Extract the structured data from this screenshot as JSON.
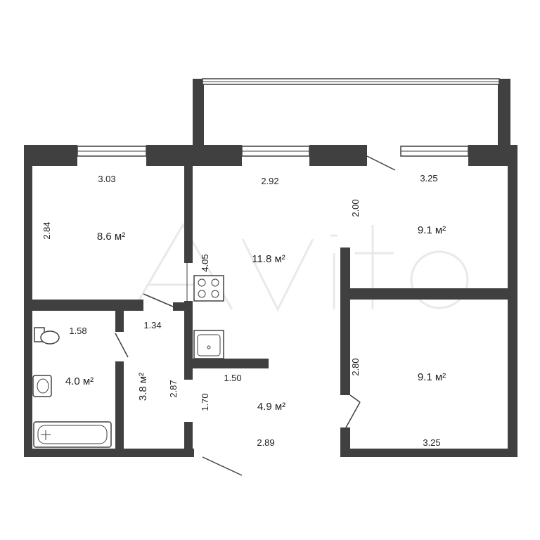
{
  "rooms": [
    {
      "area": "8.6 м²"
    },
    {
      "area": "11.8 м²"
    },
    {
      "area": "9.1 м²"
    },
    {
      "area": "9.1 м²"
    },
    {
      "area": "4.0 м²"
    },
    {
      "area": "3.8 м²"
    },
    {
      "area": "4.9 м²"
    }
  ],
  "dimensions": [
    "3.03",
    "2.92",
    "3.25",
    "2.84",
    "2.00",
    "4.05",
    "1.58",
    "1.34",
    "2.87",
    "1.70",
    "1.50",
    "2.80",
    "2.89",
    "3.25"
  ],
  "watermark": "Avito"
}
